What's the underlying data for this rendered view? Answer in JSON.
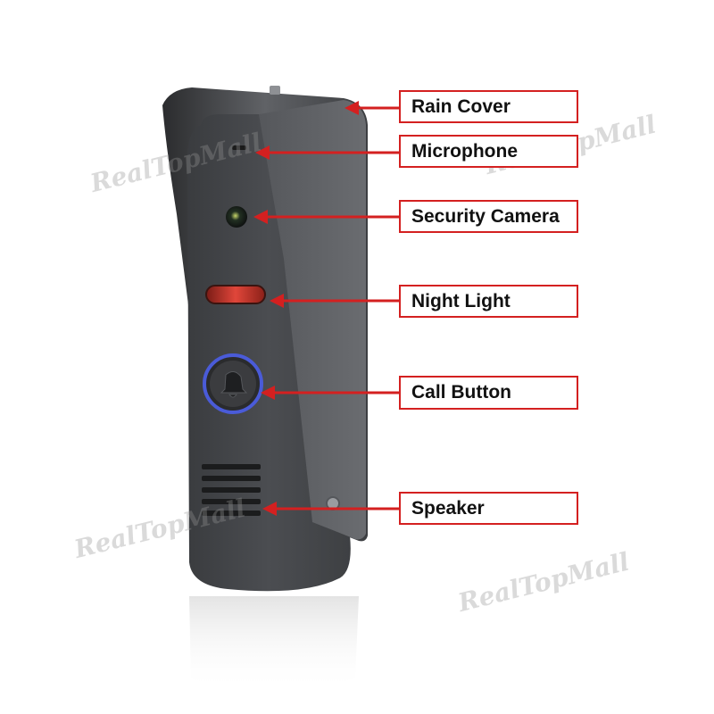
{
  "watermark_text": "RealTopMall",
  "colors": {
    "callout_red": "#d42020",
    "device_body": "#47494c",
    "rain_cover": "#5a5c60",
    "night_light": "#c0392b",
    "button_ring": "#4a5bd8"
  },
  "callouts": [
    {
      "id": "rain-cover",
      "label": "Rain Cover"
    },
    {
      "id": "microphone",
      "label": "Microphone"
    },
    {
      "id": "security-camera",
      "label": "Security Camera"
    },
    {
      "id": "night-light",
      "label": "Night Light"
    },
    {
      "id": "call-button",
      "label": "Call Button"
    },
    {
      "id": "speaker",
      "label": "Speaker"
    }
  ]
}
